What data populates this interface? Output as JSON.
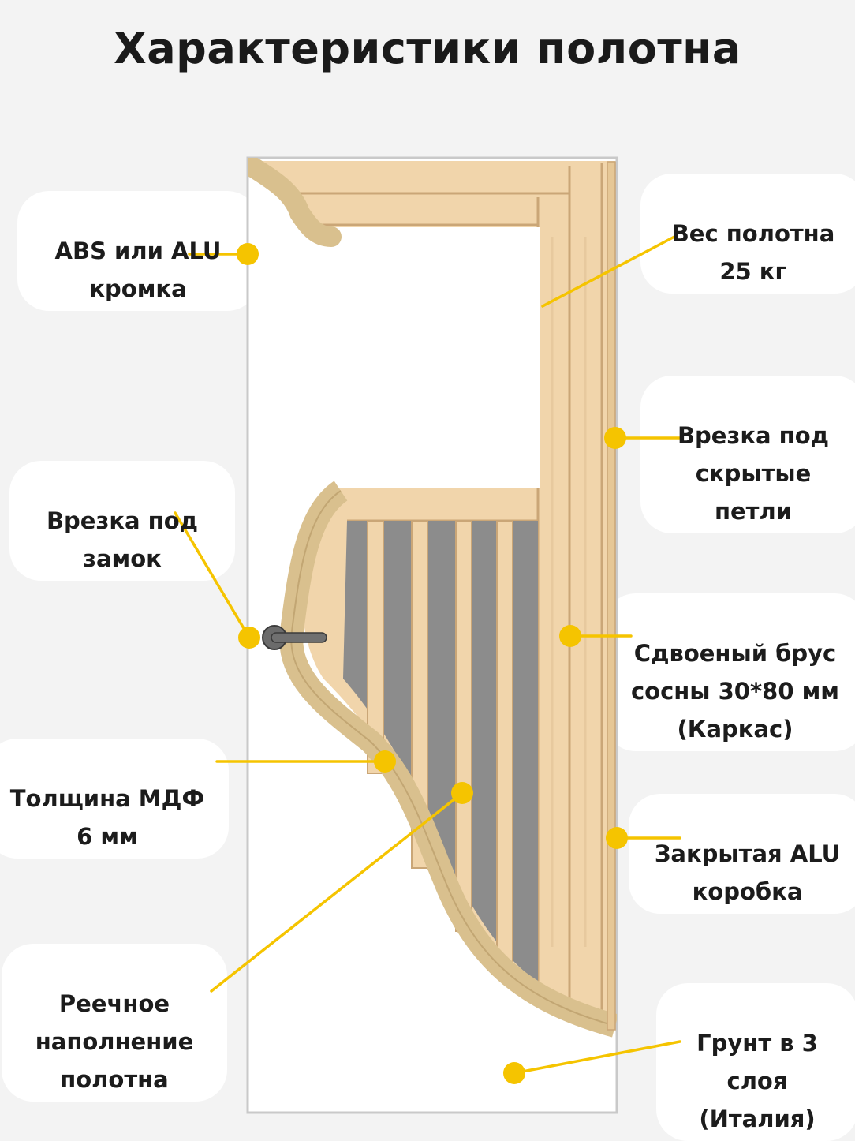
{
  "title": "Характеристики полотна",
  "colors": {
    "wood": "#f1d5ab",
    "wood_line": "#caa677",
    "mdf": "#d9c08e",
    "cavity": "#8c8c8c",
    "marker": "#f5c400",
    "leader": "#f5c400",
    "door_outline": "#c9c9c9"
  },
  "labels": {
    "edge": "ABS или ALU\nкромка",
    "weight": "Вес полотна\n25 кг",
    "hinges": "Врезка под\nскрытые\nпетли",
    "lock": "Врезка под\nзамок",
    "frame": "Сдвоеный брус\nсосны 30*80 мм\n(Каркас)",
    "mdf": "Толщина МДФ\n6 мм",
    "alu_box": "Закрытая ALU\nкоробка",
    "filling": "Реечное\nнаполнение\nполотна",
    "primer": "Грунт в 3\nслоя\n(Италия)"
  },
  "icons": [
    "door-handle-icon",
    "callout-dot-icon"
  ]
}
